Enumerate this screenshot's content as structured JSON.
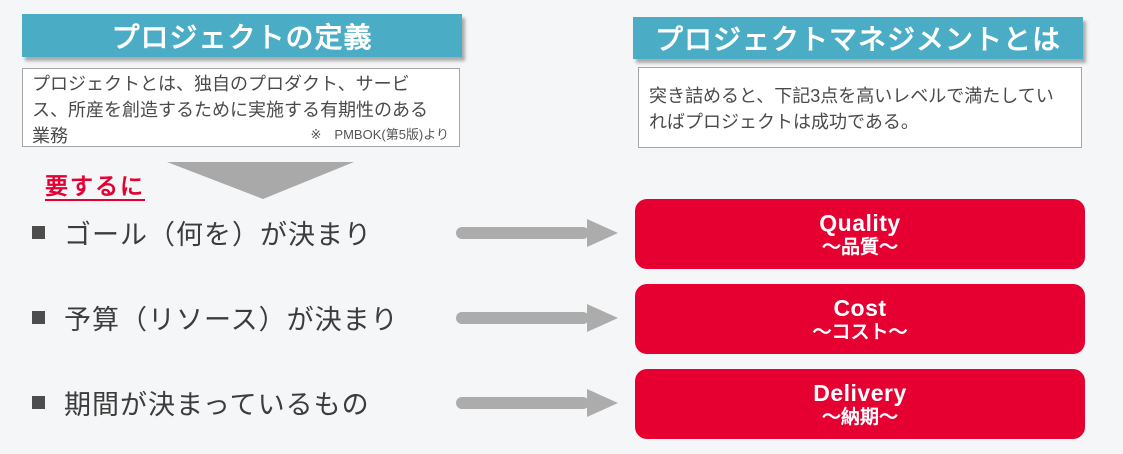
{
  "colors": {
    "background": "#F5F6F8",
    "teal_header": "#4BACC6",
    "red_accent": "#E60032",
    "arrow_gray": "#ACACAC",
    "triangle_gray": "#A9A9A9",
    "body_text": "#4A4A4A",
    "bullet_text": "#3C3C3C",
    "bullet_square": "#4D4D4D",
    "box_border": "#A6A6A6"
  },
  "left_panel": {
    "header": "プロジェクトの定義",
    "definition_lines": {
      "0": "プロジェクトとは、独自のプロダクト、サービ",
      "1": "ス、所産を創造するために実施する有期性のある",
      "2": "業務"
    },
    "source_note": "※　PMBOK(第5版)より",
    "lead_in": "要するに"
  },
  "right_panel": {
    "header": "プロジェクトマネジメントとは",
    "description_lines": {
      "0": "突き詰めると、下記3点を高いレベルで満たしてい",
      "1": "ればプロジェクトは成功である。"
    }
  },
  "bullets": [
    {
      "label": "ゴール（何を）が決まり"
    },
    {
      "label": "予算（リソース）が決まり"
    },
    {
      "label": "期間が決まっているもの"
    }
  ],
  "qcd_boxes": [
    {
      "en": "Quality",
      "jp": "～品質～"
    },
    {
      "en": "Cost",
      "jp": "～コスト～"
    },
    {
      "en": "Delivery",
      "jp": "～納期～"
    }
  ]
}
